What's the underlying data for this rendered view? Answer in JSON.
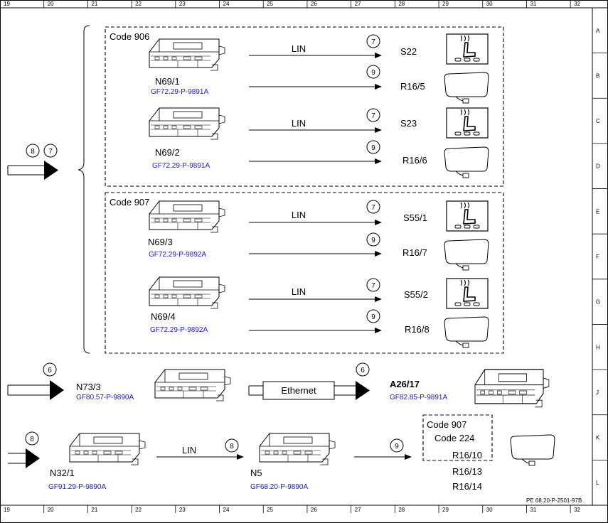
{
  "grid": {
    "columns": [
      "19",
      "20",
      "21",
      "22",
      "23",
      "24",
      "25",
      "26",
      "27",
      "28",
      "29",
      "30",
      "31",
      "32"
    ],
    "rows": [
      "A",
      "B",
      "C",
      "D",
      "E",
      "F",
      "G",
      "H",
      "J",
      "K",
      "L"
    ]
  },
  "drawing_id": "PE 68.20-P-2501-97B",
  "groups": [
    {
      "code": "Code 906",
      "modules": [
        {
          "name": "N69/1",
          "ref": "GF72.29-P-9891A",
          "outputs": [
            {
              "circle": "7",
              "bus": "LIN",
              "target": "S22",
              "device": "seat-heating-switch"
            },
            {
              "circle": "9",
              "bus": "",
              "target": "R16/5",
              "device": "heating-element"
            }
          ]
        },
        {
          "name": "N69/2",
          "ref": "GF72.29-P-9891A",
          "outputs": [
            {
              "circle": "7",
              "bus": "LIN",
              "target": "S23",
              "device": "seat-heating-switch"
            },
            {
              "circle": "9",
              "bus": "",
              "target": "R16/6",
              "device": "heating-element"
            }
          ]
        }
      ]
    },
    {
      "code": "Code 907",
      "modules": [
        {
          "name": "N69/3",
          "ref": "GF72.29-P-9892A",
          "outputs": [
            {
              "circle": "7",
              "bus": "LIN",
              "target": "S55/1",
              "device": "seat-heating-switch"
            },
            {
              "circle": "9",
              "bus": "",
              "target": "R16/7",
              "device": "heating-element"
            }
          ]
        },
        {
          "name": "N69/4",
          "ref": "GF72.29-P-9892A",
          "outputs": [
            {
              "circle": "7",
              "bus": "LIN",
              "target": "S55/2",
              "device": "seat-heating-switch"
            },
            {
              "circle": "9",
              "bus": "",
              "target": "R16/8",
              "device": "heating-element"
            }
          ]
        }
      ]
    }
  ],
  "input_bracket": {
    "circles": [
      "8",
      "7"
    ]
  },
  "row_n73": {
    "input_circle": "6",
    "module": {
      "name": "N73/3",
      "ref": "GF80.57-P-9890A"
    },
    "bus": "Ethernet",
    "circle": "6",
    "target": {
      "name": "A26/17",
      "ref": "GF82.85-P-9891A"
    }
  },
  "row_n32": {
    "input_circle": "8",
    "module1": {
      "name": "N32/1",
      "ref": "GF91.29-P-9890A"
    },
    "bus1": "LIN",
    "circle1": "8",
    "module2": {
      "name": "N5",
      "ref": "GF68.20-P-9890A"
    },
    "circle2": "9",
    "codes": [
      "Code 907",
      "Code 224"
    ],
    "targets": [
      "R16/10",
      "R16/13",
      "R16/14"
    ]
  }
}
